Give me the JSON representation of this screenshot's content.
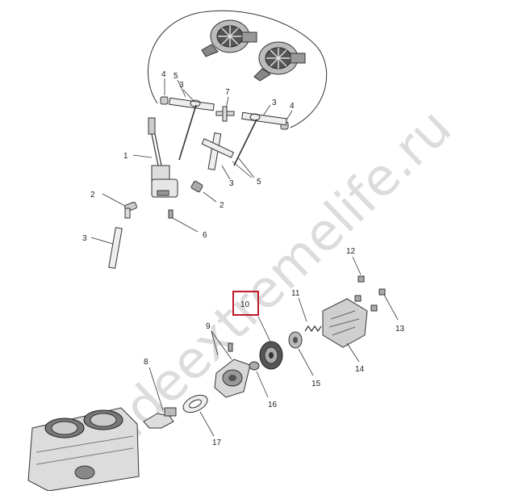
{
  "callouts": {
    "c1": "1",
    "c2a": "2",
    "c2b": "2",
    "c3a": "3",
    "c3b": "3",
    "c3c": "3",
    "c3d": "3",
    "c4a": "4",
    "c4b": "4",
    "c5a": "5",
    "c5b": "5",
    "c6": "6",
    "c7": "7",
    "c8": "8",
    "c9": "9",
    "c10": "10",
    "c11": "11",
    "c12": "12",
    "c13": "13",
    "c14": "14",
    "c15": "15",
    "c16": "16",
    "c17": "17"
  },
  "watermark": "bladeextremelife.ru",
  "highlight_color": "#c0182a"
}
